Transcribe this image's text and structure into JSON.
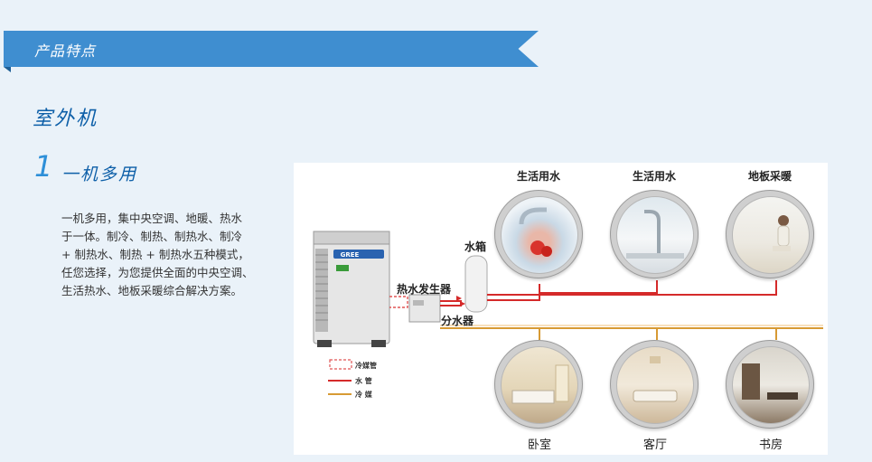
{
  "banner": {
    "title": "产品特点"
  },
  "section": {
    "heading": "室外机",
    "feature_number": "1",
    "feature_title": "一机多用",
    "description": "一机多用，集中央空调、地暖、热水\n于一体。制冷、制热、制热水、制冷\n+ 制热水、制热 + 制热水五种模式，\n任您选择，为您提供全面的中央空调、\n生活热水、地板采暖综合解决方案。"
  },
  "diagram": {
    "outdoor_unit_logo": "GREE",
    "components": {
      "water_tank": "水箱",
      "hot_water_generator": "热水发生器",
      "water_divider": "分水器"
    },
    "top_uses": [
      "生活用水",
      "生活用水",
      "地板采暖"
    ],
    "rooms": [
      "卧室",
      "客厅",
      "书房"
    ],
    "legend": {
      "refrigerant_pipe": "冷媒管",
      "water_pipe": "水  管",
      "refrigerant": "冷  媒"
    },
    "colors": {
      "water_pipe": "#d52a2a",
      "refrigerant_line": "#d79a34",
      "refrigerant_pipe_dashed": "#e05555"
    }
  }
}
